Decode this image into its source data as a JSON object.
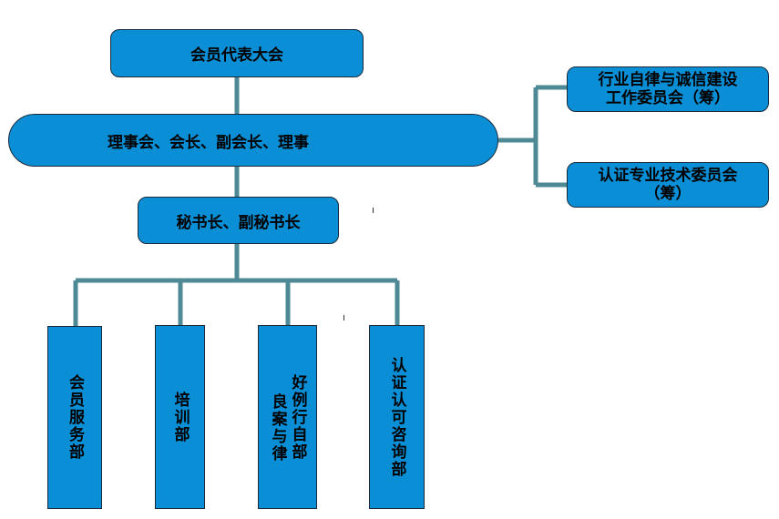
{
  "nodes": {
    "assembly": "会员代表大会",
    "council": "理事会、会长、副会长、理事",
    "secretary": "秘书长、副秘书长",
    "committee1_line1": "行业自律与诚信建设",
    "committee1_line2": "工作委员会（筹）",
    "committee2_line1": "认证专业技术委员会",
    "committee2_line2": "（筹）",
    "dept1": "会员服务部",
    "dept2": "培训部",
    "dept3_col1": "良案与律",
    "dept3_col2": "好例行自部",
    "dept4": "认证认可咨询部"
  },
  "colors": {
    "node_fill": "#0a8fd6",
    "connector": "#4d8a96"
  }
}
